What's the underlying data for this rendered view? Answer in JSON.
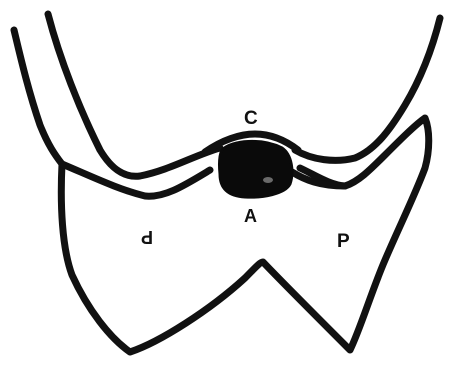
{
  "diagram": {
    "labels": {
      "top_label": "C",
      "center_label": "A",
      "left_label": "P",
      "right_label": "P"
    },
    "colors": {
      "stroke": "#111111",
      "fill_dark": "#0a0a0a",
      "background": "#ffffff"
    }
  }
}
